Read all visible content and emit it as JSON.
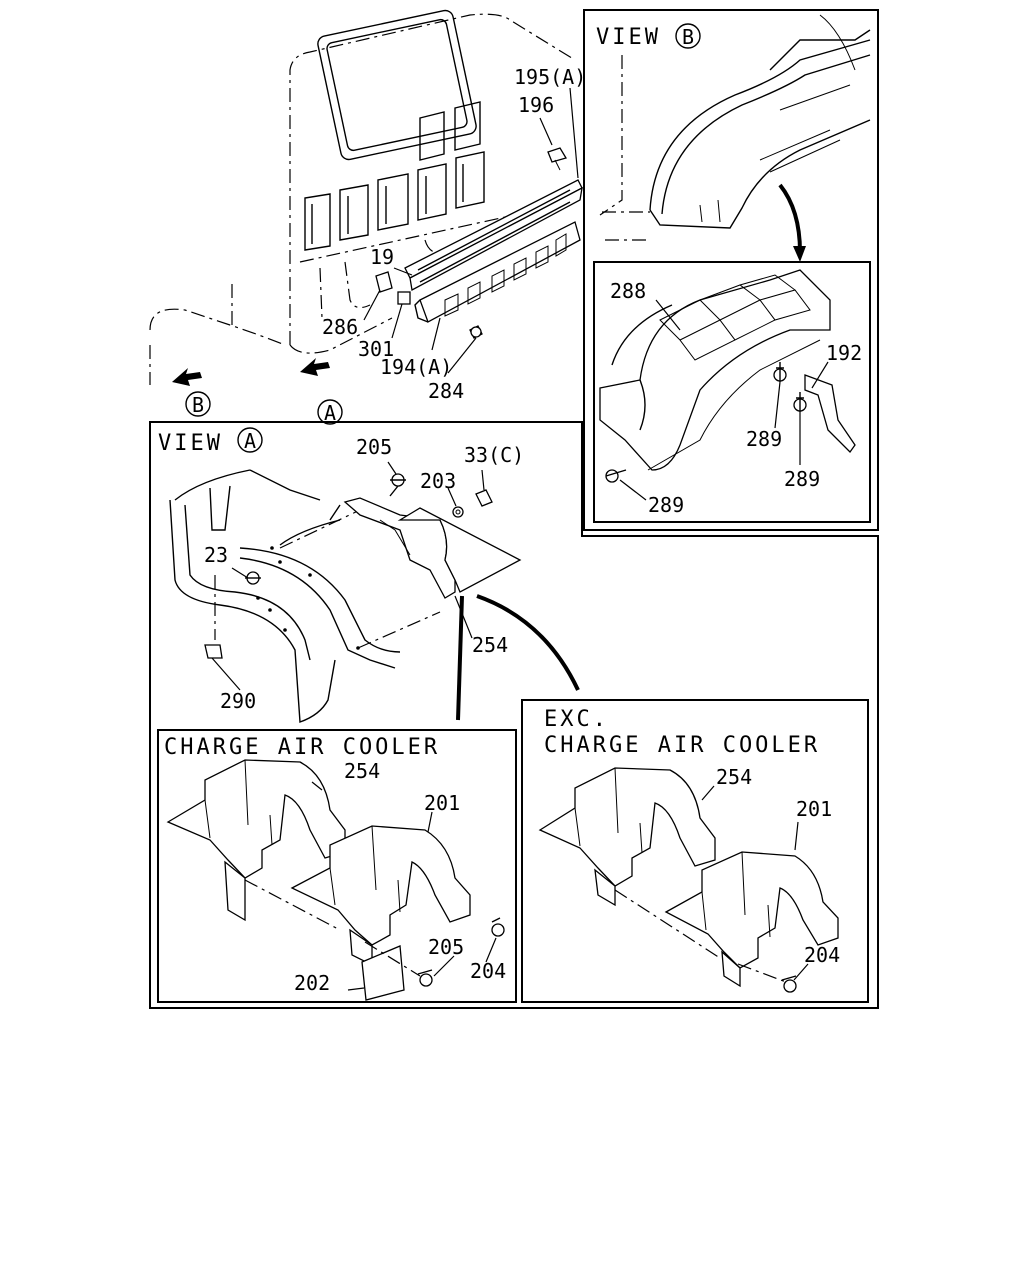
{
  "views": {
    "view_b": {
      "title": "VIEW",
      "marker": "B"
    },
    "view_a": {
      "title": "VIEW",
      "marker": "A"
    },
    "charge": {
      "title": "CHARGE AIR COOLER"
    },
    "exc": {
      "title_line1": "EXC.",
      "title_line2": "CHARGE AIR COOLER"
    }
  },
  "arrows": {
    "a": "A",
    "b": "B"
  },
  "callouts": {
    "c195a": "195(A)",
    "c196": "196",
    "c19": "19",
    "c286": "286",
    "c301": "301",
    "c194a": "194(A)",
    "c284": "284",
    "c288": "288",
    "c192": "192",
    "c289a": "289",
    "c289b": "289",
    "c289c": "289",
    "c205a": "205",
    "c203": "203",
    "c33c": "33(C)",
    "c23": "23",
    "c254a": "254",
    "c290": "290",
    "c254b": "254",
    "c201a": "201",
    "c205b": "205",
    "c204a": "204",
    "c202": "202",
    "c254c": "254",
    "c201b": "201",
    "c204b": "204"
  }
}
